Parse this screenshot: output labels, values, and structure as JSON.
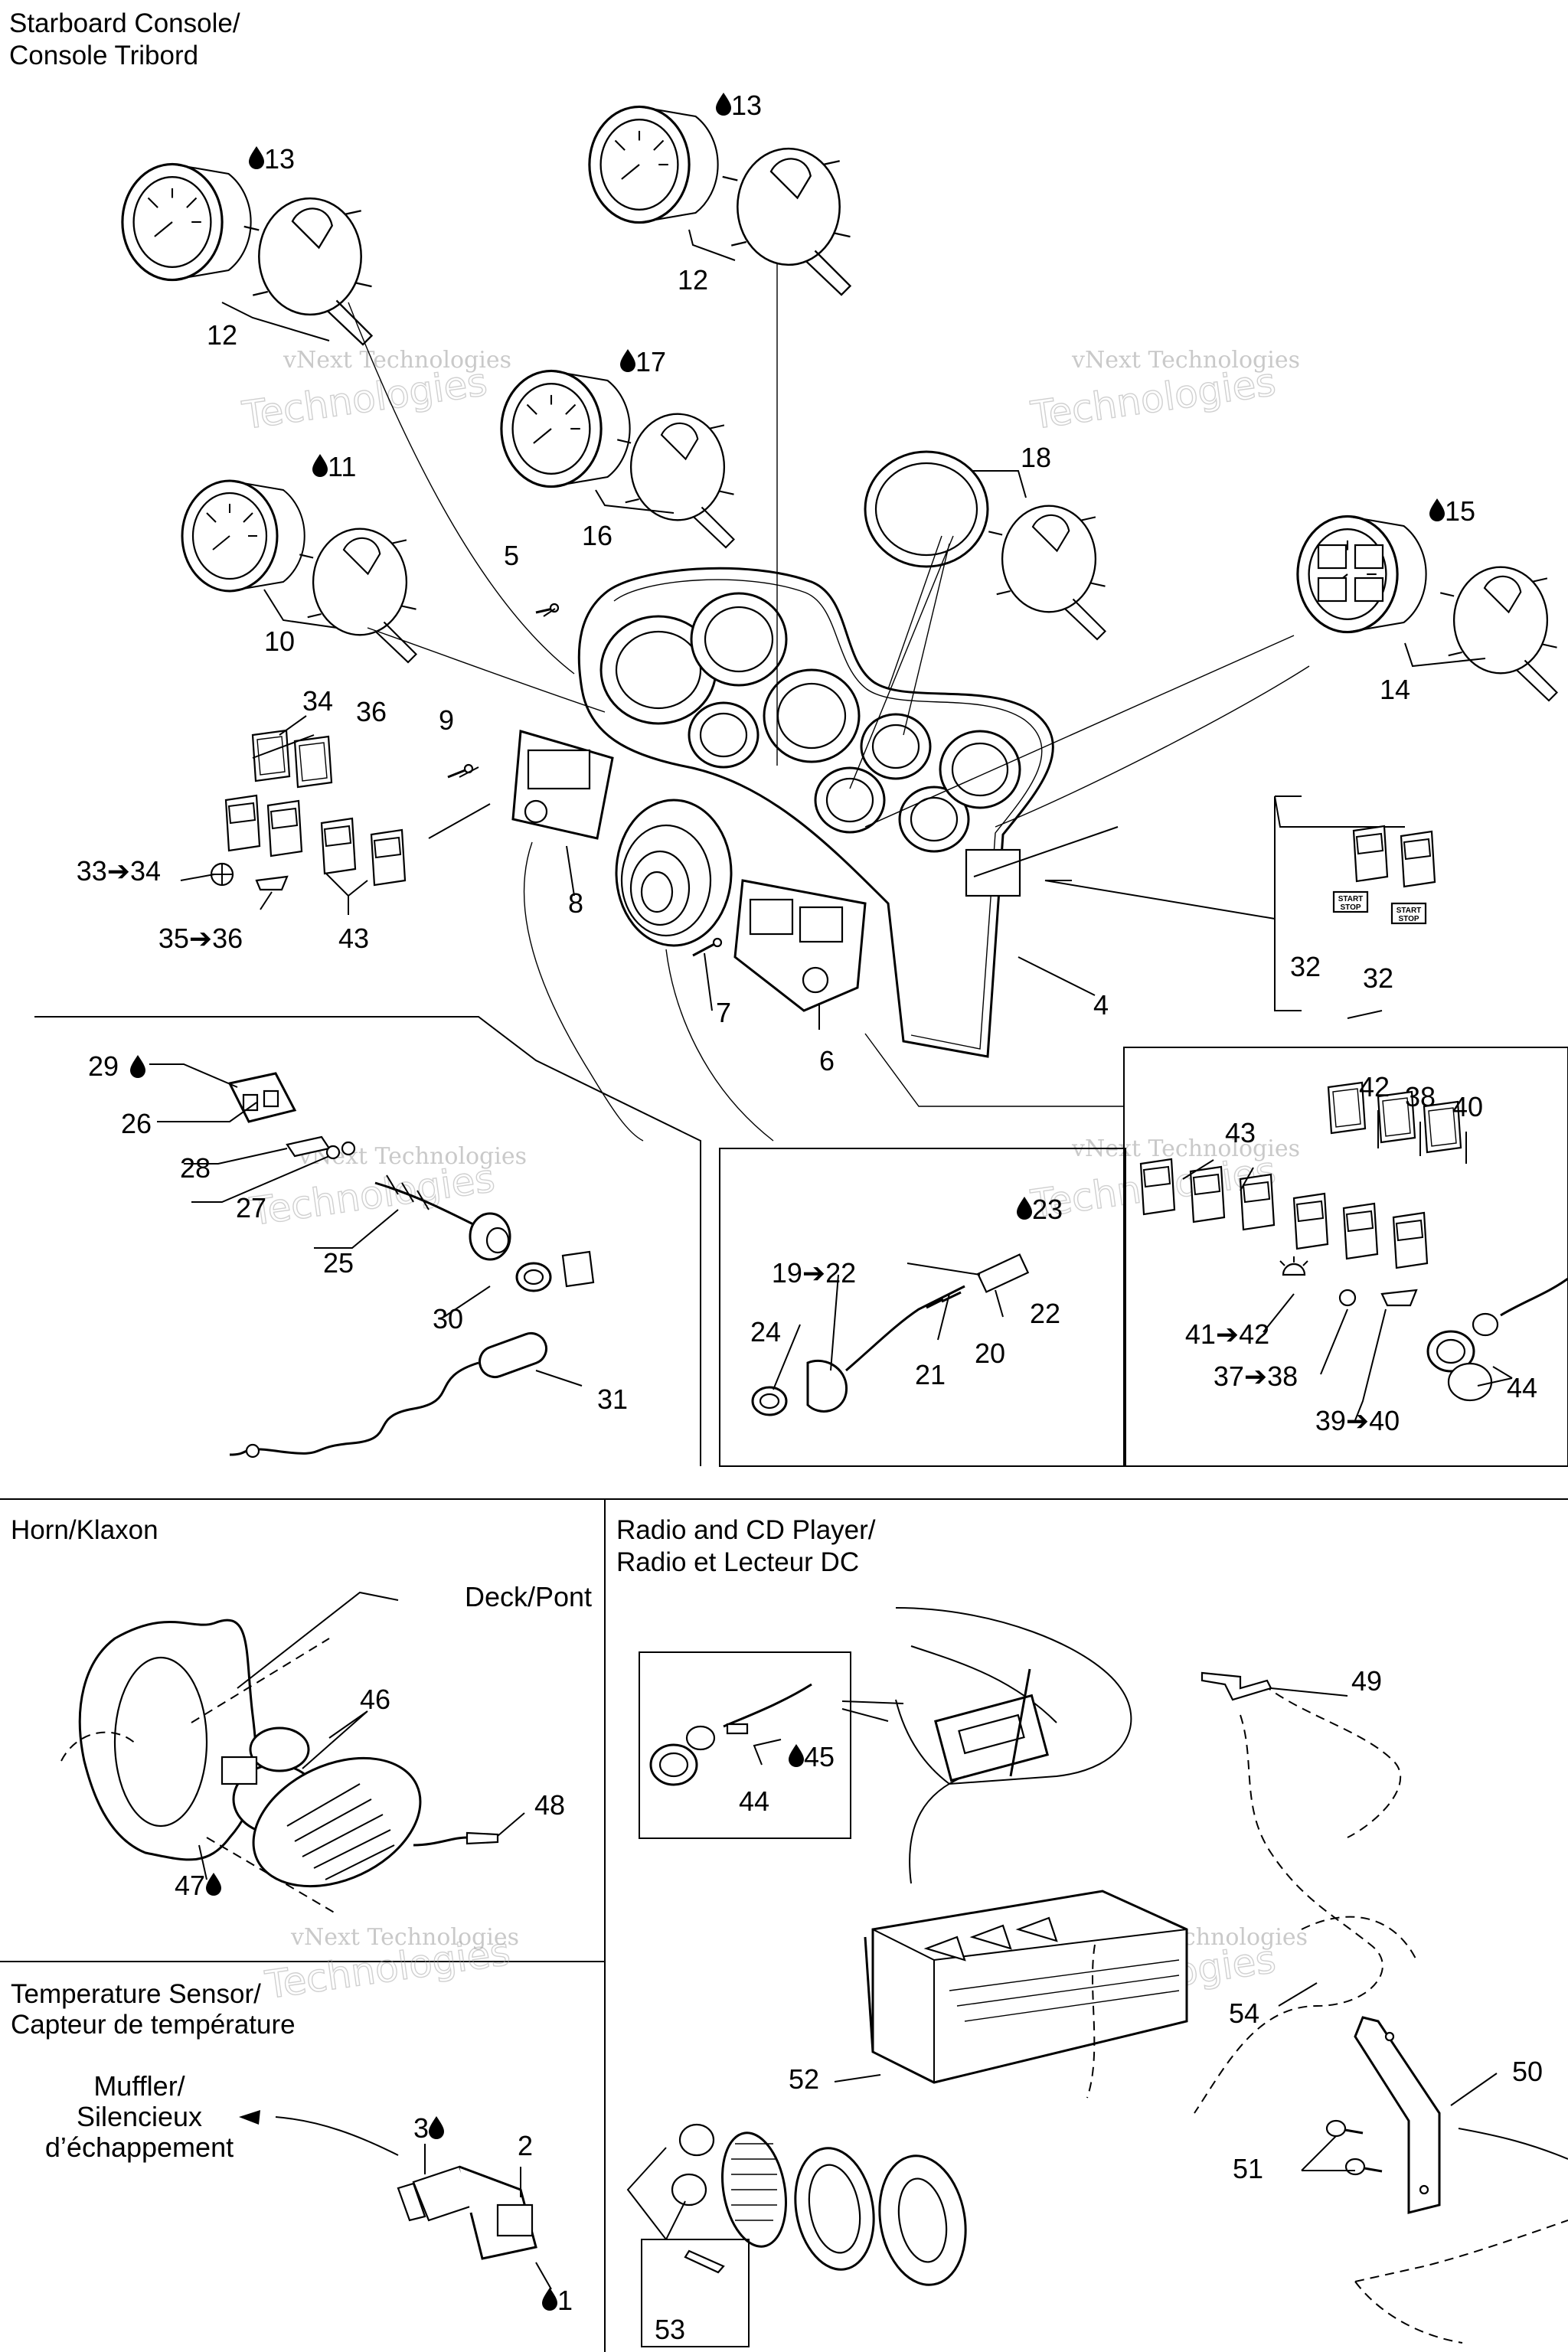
{
  "sections": {
    "starboard_console": {
      "title_line1": "Starboard Console/",
      "title_line2": "Console Tribord"
    },
    "horn": {
      "title": "Horn/Klaxon",
      "deck_label": "Deck/Pont"
    },
    "radio": {
      "title_line1": "Radio and CD Player/",
      "title_line2": "Radio et Lecteur DC"
    },
    "temperature_sensor": {
      "title_line1": "Temperature Sensor/",
      "title_line2": "Capteur de température",
      "muffler_line1": "Muffler/",
      "muffler_line2": "Silencieux",
      "muffler_line3": "d’échappement"
    }
  },
  "watermark": {
    "line1": "vNext Technologies",
    "line2": "Technologies"
  },
  "switch_text": {
    "start": "START",
    "stop": "STOP"
  },
  "callouts": {
    "c13a": "13",
    "c13b": "13",
    "c12a": "12",
    "c12b": "12",
    "c17": "17",
    "c16": "16",
    "c11": "11",
    "c10": "10",
    "c18": "18",
    "c15": "15",
    "c14": "14",
    "c5": "5",
    "c34": "34",
    "c36": "36",
    "c9": "9",
    "c33_34": "33➔34",
    "c35_36": "35➔36",
    "c43a": "43",
    "c8": "8",
    "c7": "7",
    "c6": "6",
    "c4": "4",
    "c32a": "32",
    "c32b": "32",
    "c29": "29",
    "c26": "26",
    "c28": "28",
    "c27": "27",
    "c25": "25",
    "c30": "30",
    "c31": "31",
    "c23": "23",
    "c19_22": "19➔22",
    "c22": "22",
    "c24": "24",
    "c21": "21",
    "c20": "20",
    "c42": "42",
    "c38": "38",
    "c40": "40",
    "c43b": "43",
    "c41_42": "41➔42",
    "c37_38": "37➔38",
    "c39_40": "39➔40",
    "c44a": "44",
    "c46": "46",
    "c48": "48",
    "c47": "47",
    "c49": "49",
    "c44b": "44",
    "c45": "45",
    "c54": "54",
    "c52": "52",
    "c50": "50",
    "c51": "51",
    "c53": "53",
    "c3": "3",
    "c2": "2",
    "c1": "1"
  }
}
